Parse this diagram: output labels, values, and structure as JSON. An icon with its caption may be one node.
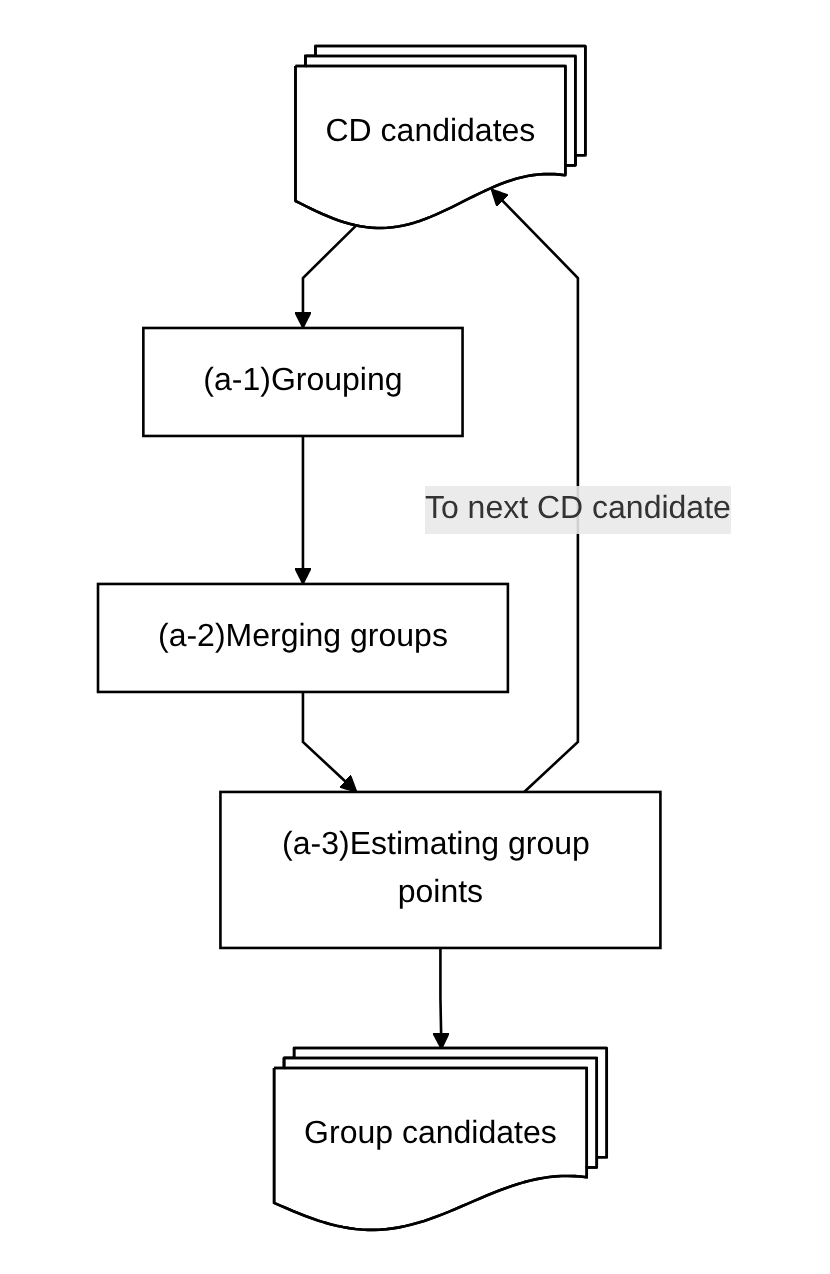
{
  "diagram": {
    "nodes": [
      {
        "text": [
          "CD candidates"
        ]
      },
      {
        "text": [
          "(a-1)Grouping"
        ]
      },
      {
        "text": [
          "(a-2)Merging groups"
        ]
      },
      {
        "text": [
          "(a-3)Estimating group points"
        ]
      },
      {
        "text": [
          "Group candidates"
        ]
      }
    ],
    "edges": [
      {
        "from": 0,
        "to": 1,
        "arrow": "to"
      },
      {
        "from": 1,
        "to": 2,
        "arrow": "to"
      },
      {
        "from": 2,
        "to": 3,
        "arrow": "to"
      },
      {
        "from": 3,
        "to": 4,
        "arrow": "to"
      },
      {
        "from": 3,
        "to": 0,
        "arrow": "to",
        "label": "To next CD candidate"
      }
    ]
  }
}
